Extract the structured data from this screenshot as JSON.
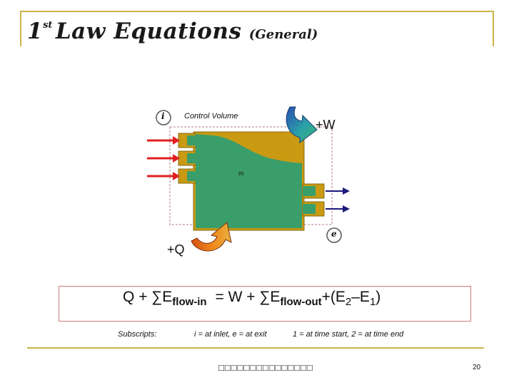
{
  "title": {
    "prefix": "1",
    "superscript": "st",
    "main": "Law Equations",
    "qualifier": "(General)"
  },
  "diagram": {
    "inlet_label": "i",
    "control_volume_label": "Control Volume",
    "work_label": "+W",
    "mass_label": "m",
    "exit_label": "e",
    "heat_label": "+Q",
    "colors": {
      "fluid_green": "#3a9e6a",
      "tank_gold": "#c99a12",
      "inlet_arrow": "#e02020",
      "outlet_arrow": "#1a1a7a",
      "border_dashed": "#b08080"
    }
  },
  "equation": {
    "q": "Q",
    "plus1": "+",
    "sigma1": "∑E",
    "flow_in": "flow-in",
    "equals": "=",
    "w": "W",
    "plus2": "+",
    "sigma2": "∑E",
    "flow_out": "flow-out",
    "tail_open": "+(E",
    "sub2": "2",
    "minus": "–E",
    "sub1": "1",
    "tail_close": ")"
  },
  "notes": {
    "subscripts_label": "Subscripts:",
    "inlet_exit": "i = at inlet,   e = at exit",
    "times": "1 = at time start,  2 = at time end"
  },
  "footer": {
    "glyph_text": "□□□□□□□□□□□□□□□",
    "page_number": "20"
  }
}
